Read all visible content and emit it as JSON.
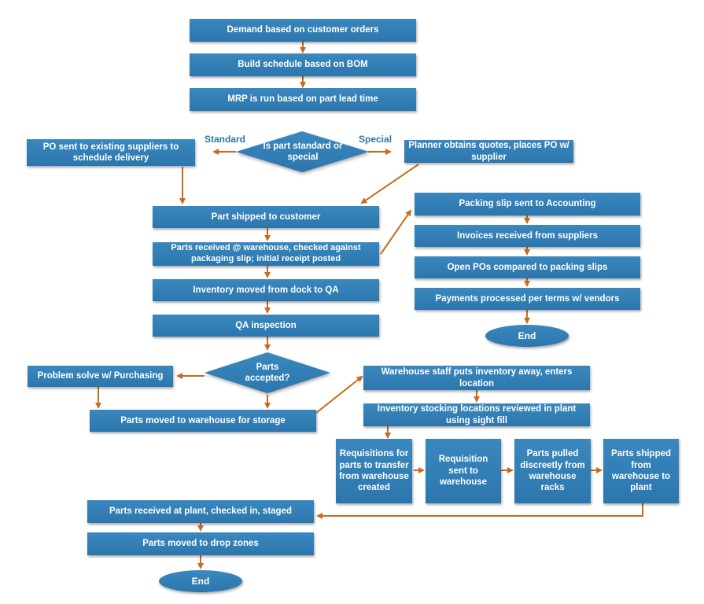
{
  "nodes": {
    "demand": "Demand based on customer orders",
    "build_schedule": "Build schedule based on BOM",
    "mrp": "MRP is run based on part lead time",
    "decision_standard": "Is part standard or special",
    "po_existing": "PO sent to existing suppliers to schedule delivery",
    "planner_quotes": "Planner obtains quotes, places PO w/ supplier",
    "part_shipped": "Part shipped to customer",
    "parts_received_warehouse": "Parts received @ warehouse, checked against packaging slip; initial receipt posted",
    "inventory_moved": "Inventory moved from dock to QA",
    "qa_inspection": "QA inspection",
    "decision_accepted": "Parts accepted?",
    "problem_solve": "Problem solve w/ Purchasing",
    "parts_to_storage": "Parts moved to warehouse for storage",
    "packing_slip": "Packing slip sent to Accounting",
    "invoices_received": "Invoices received from suppliers",
    "open_pos": "Open POs compared to packing slips",
    "payments": "Payments processed per terms w/ vendors",
    "end_accounting": "End",
    "staff_puts_away": "Warehouse staff puts inventory away, enters location",
    "stocking_reviewed": "Inventory stocking locations reviewed in plant using sight fill",
    "requisitions_created": "Requisitions for parts to transfer from warehouse created",
    "requisition_sent": "Requisition sent to warehouse",
    "parts_pulled": "Parts pulled discreetly from warehouse racks",
    "parts_shipped_plant": "Parts shipped from warehouse to plant",
    "parts_received_plant": "Parts received at plant, checked in, staged",
    "drop_zones": "Parts moved to drop zones",
    "end_main": "End"
  },
  "labels": {
    "standard": "Standard",
    "special": "Special"
  },
  "colors": {
    "box_fill": "#2b76ad",
    "arrow": "#c96a1e",
    "label_text": "#2b76ad"
  }
}
